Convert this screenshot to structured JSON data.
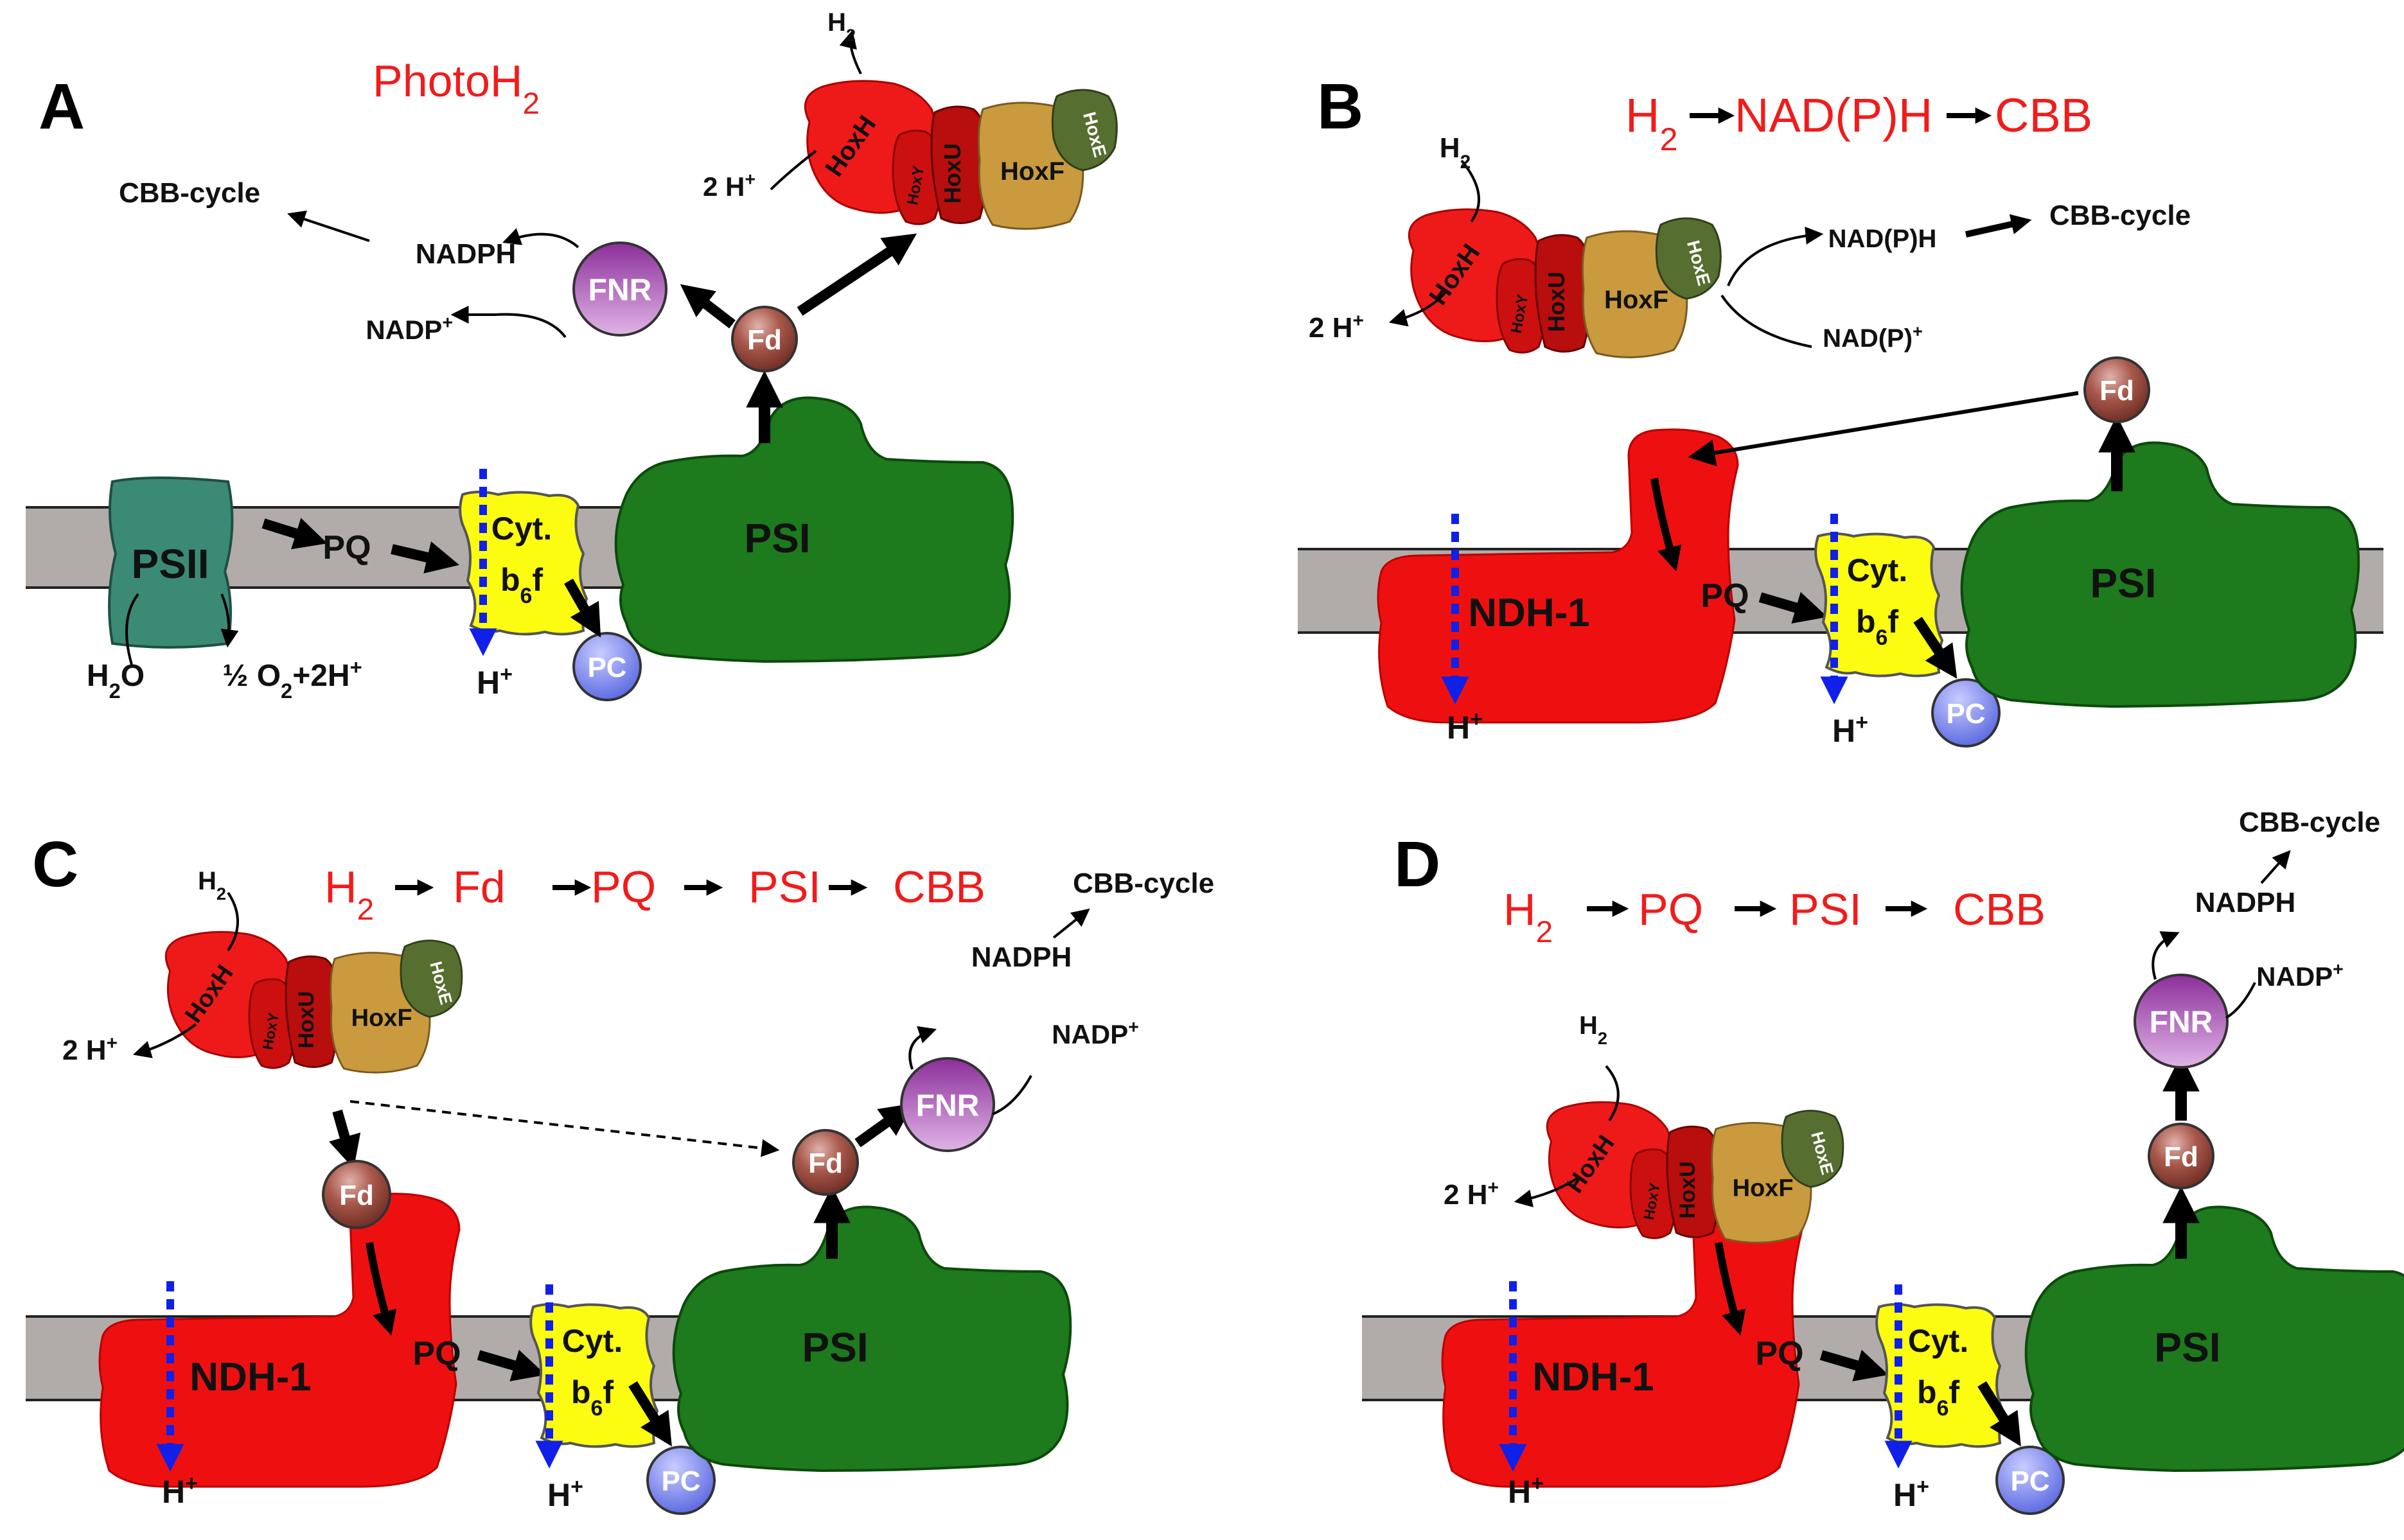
{
  "colors": {
    "membrane": "#b1aca9",
    "psii": "#3b8a75",
    "psi": "#1d7a1d",
    "ndh": "#ee1010",
    "cyt": "#fcfc10",
    "pc": "#7a86ee",
    "fnr": "#b05bb8",
    "fd": "#8a3f33",
    "hoxH": "#ee1a1a",
    "hoxY": "#cc1010",
    "hoxU": "#b80e0e",
    "hoxF": "#c99a3e",
    "hoxE": "#566e2f",
    "proton_arrow": "#1020e8",
    "pathway_text": "#f01c1c"
  },
  "complexes": {
    "psii": "PSII",
    "psi": "PSI",
    "ndh": "NDH-1",
    "cyt1": "Cyt.",
    "cyt2": "b",
    "cyt_sub": "6",
    "cyt3": "f",
    "pc": "PC",
    "fd": "Fd",
    "fnr": "FNR",
    "pq": "PQ"
  },
  "hox": {
    "hoxH": "HoxH",
    "hoxY": "HoxY",
    "hoxU": "HoxU",
    "hoxF": "HoxF",
    "hoxE": "HoxE"
  },
  "chem": {
    "h2_base": "H",
    "h2_sub": "2",
    "two_h_plus": "2 H",
    "h_plus": "H",
    "plus": "+",
    "h2o_h": "H",
    "h2o_sub": "2",
    "h2o_o": "O",
    "o2_text": "½ O",
    "o2_sub": "2",
    "o2_tail": "+2H",
    "nadph": "NADPH",
    "nadp": "NADP",
    "nadph_p": "NAD(P)H",
    "nadp_p": "NAD(P)",
    "cbb_cycle": "CBB-cycle"
  },
  "panels": {
    "a": {
      "letter": "A",
      "title_main": "PhotoH",
      "title_sub": "2"
    },
    "b": {
      "letter": "B",
      "pathway": [
        "H",
        "NAD(P)H",
        "CBB"
      ]
    },
    "c": {
      "letter": "C",
      "pathway": [
        "H",
        "Fd",
        "PQ",
        "PSI",
        "CBB"
      ]
    },
    "d": {
      "letter": "D",
      "pathway": [
        "H",
        "PQ",
        "PSI",
        "CBB"
      ]
    }
  }
}
